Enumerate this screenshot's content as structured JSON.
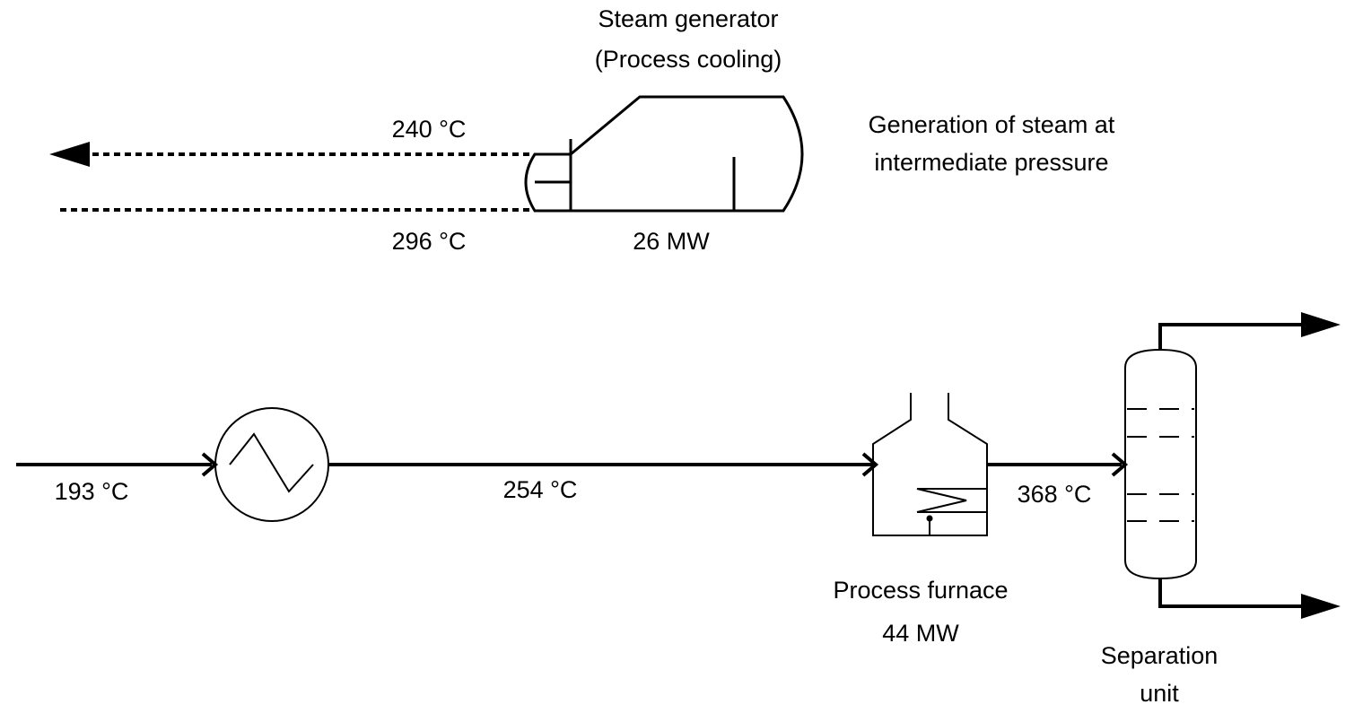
{
  "steam_generator": {
    "title_line1": "Steam generator",
    "title_line2": "(Process cooling)",
    "duty": "26 MW",
    "outlet_temp": "240 °C",
    "inlet_temp": "296 °C",
    "note_line1": "Generation of steam at",
    "note_line2": "intermediate pressure"
  },
  "process_line": {
    "feed_temp": "193 °C",
    "preheated_temp": "254 °C",
    "furnace_outlet_temp": "368 °C"
  },
  "furnace": {
    "label": "Process furnace",
    "duty": "44 MW"
  },
  "separator": {
    "label_line1": "Separation",
    "label_line2": "unit"
  }
}
